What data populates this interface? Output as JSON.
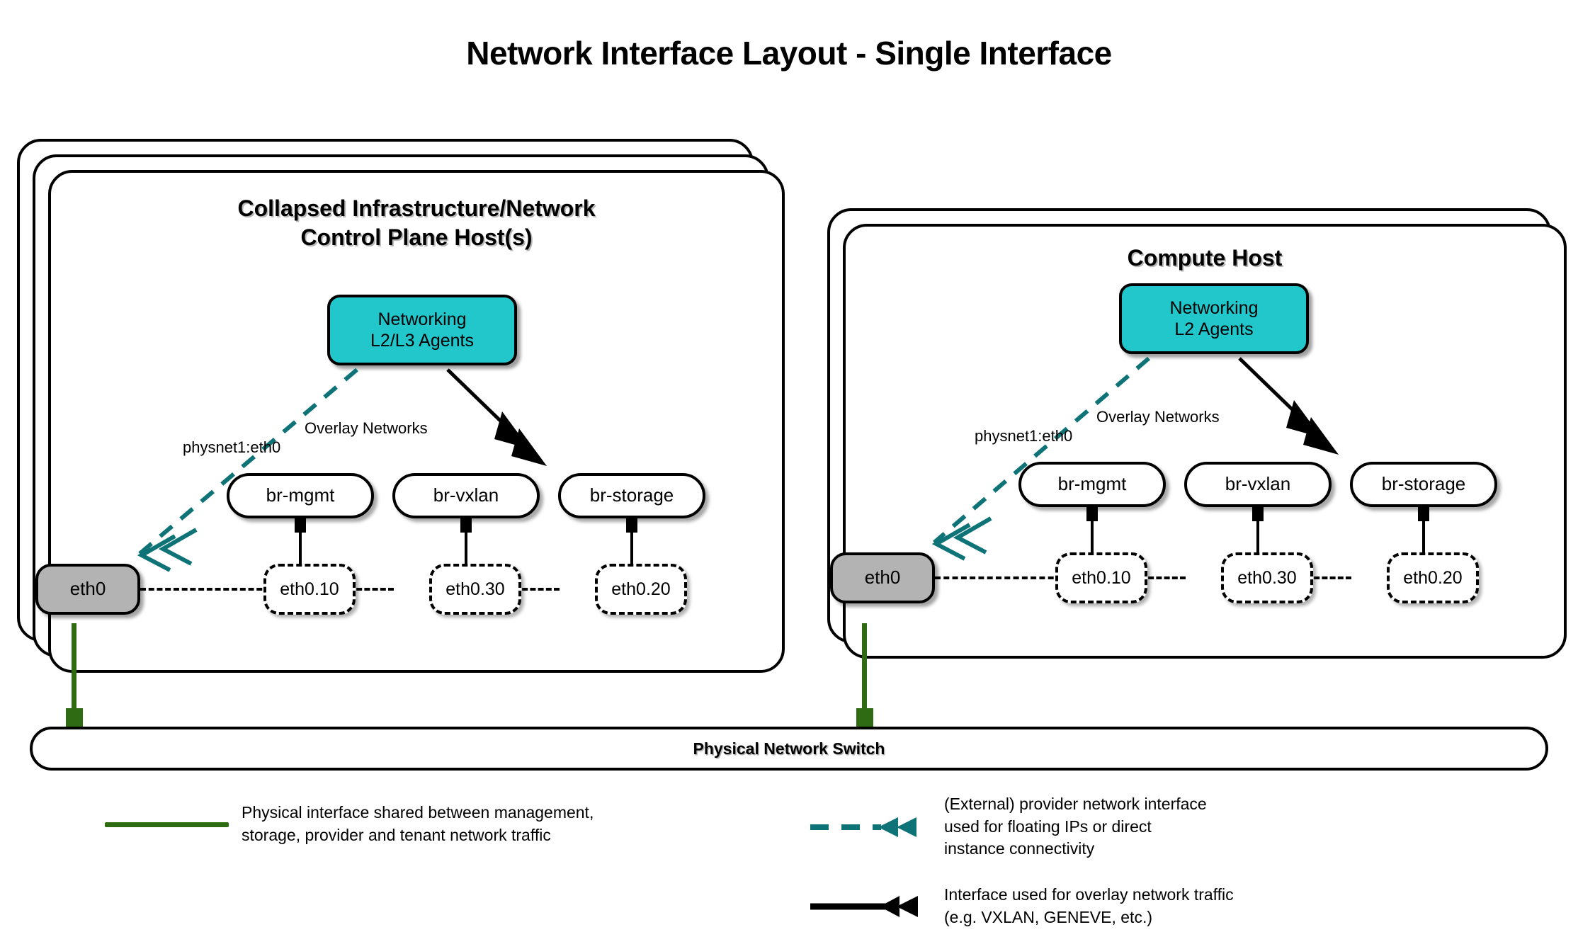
{
  "title": "Network Interface Layout - Single Interface",
  "colors": {
    "agent_fill": "#22c7cc",
    "phys_fill": "#b3b3b3",
    "provider_teal": "#0d7377",
    "physical_green": "#2e6b12",
    "stroke": "#000000",
    "background": "#ffffff"
  },
  "hosts": [
    {
      "id": "control-plane",
      "title": "Collapsed Infrastructure/Network\nControl Plane Host(s)",
      "stack_count": 3,
      "agent": {
        "label": "Networking\nL2/L3 Agents"
      },
      "provider_label": "physnet1:eth0",
      "overlay_label": "Overlay Networks",
      "physical_interface": "eth0",
      "bridges": [
        {
          "name": "br-mgmt",
          "vlan": "eth0.10"
        },
        {
          "name": "br-vxlan",
          "vlan": "eth0.30"
        },
        {
          "name": "br-storage",
          "vlan": "eth0.20"
        }
      ]
    },
    {
      "id": "compute",
      "title": "Compute Host",
      "stack_count": 2,
      "agent": {
        "label": "Networking\nL2 Agents"
      },
      "provider_label": "physnet1:eth0",
      "overlay_label": "Overlay Networks",
      "physical_interface": "eth0",
      "bridges": [
        {
          "name": "br-mgmt",
          "vlan": "eth0.10"
        },
        {
          "name": "br-vxlan",
          "vlan": "eth0.30"
        },
        {
          "name": "br-storage",
          "vlan": "eth0.20"
        }
      ]
    }
  ],
  "switch": {
    "label": "Physical Network Switch"
  },
  "legend": [
    {
      "id": "physical-interface",
      "style": "solid-green-line",
      "text": "Physical interface shared between management,\nstorage, provider and tenant network traffic"
    },
    {
      "id": "provider-network",
      "style": "dashed-teal-arrow",
      "text": "(External) provider network interface\nused for floating IPs or direct\ninstance connectivity"
    },
    {
      "id": "overlay-network",
      "style": "solid-black-arrow",
      "text": "Interface used for overlay network traffic\n(e.g. VXLAN, GENEVE, etc.)"
    }
  ]
}
